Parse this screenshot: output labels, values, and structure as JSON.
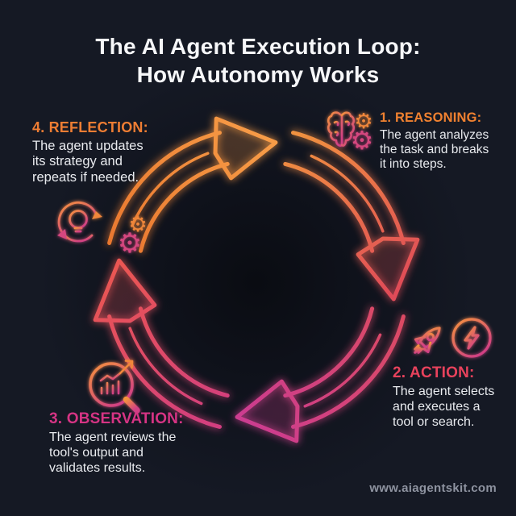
{
  "title": {
    "line1": "The AI Agent Execution Loop:",
    "line2": "How Autonomy Works",
    "full": "The AI Agent Execution Loop:\nHow Autonomy Works"
  },
  "steps": [
    {
      "id": "reasoning",
      "label": "1. REASONING:",
      "body": "The agent analyzes\nthe task and breaks\nit into steps.",
      "accent_color": "#F08130",
      "icons": [
        "brain-icon",
        "gear-icon",
        "gear-icon"
      ]
    },
    {
      "id": "action",
      "label": "2. ACTION:",
      "body": "The agent selects\nand executes a\ntool or search.",
      "accent_color": "#E8425C",
      "icons": [
        "rocket-icon",
        "lightning-circle-icon"
      ]
    },
    {
      "id": "observation",
      "label": "3. OBSERVATION:",
      "body": "The agent reviews the\ntool's output and\nvalidates results.",
      "accent_color": "#D63484",
      "icons": [
        "magnifier-chart-icon"
      ]
    },
    {
      "id": "reflection",
      "label": "4. REFLECTION:",
      "body": "The agent updates\nits strategy and\nrepeats if needed.",
      "accent_color": "#EE7D33",
      "icons": [
        "lightbulb-refresh-icon",
        "gear-icon",
        "gear-icon"
      ]
    }
  ],
  "diagram": {
    "type": "circular-loop",
    "sequence": [
      "Reasoning",
      "Action",
      "Observation",
      "Reflection"
    ],
    "direction": "clockwise",
    "arrow_colors": {
      "top": [
        "#E9782F",
        "#F79C47"
      ],
      "right": [
        "#F0923F",
        "#E04B58"
      ],
      "bottom": [
        "#DC4A63",
        "#CC3C90"
      ],
      "left": [
        "#D23E80",
        "#EA5652"
      ]
    },
    "gear_glyph": "⚙"
  },
  "footer": {
    "website": "www.aiagentskit.com"
  },
  "colors": {
    "background": "#151924",
    "title_text": "#F6F7F9",
    "body_text": "#E9EBEF",
    "footer_text": "#8E93A0",
    "gradient_orange": "#F5953F",
    "gradient_pink": "#CC3C90"
  }
}
